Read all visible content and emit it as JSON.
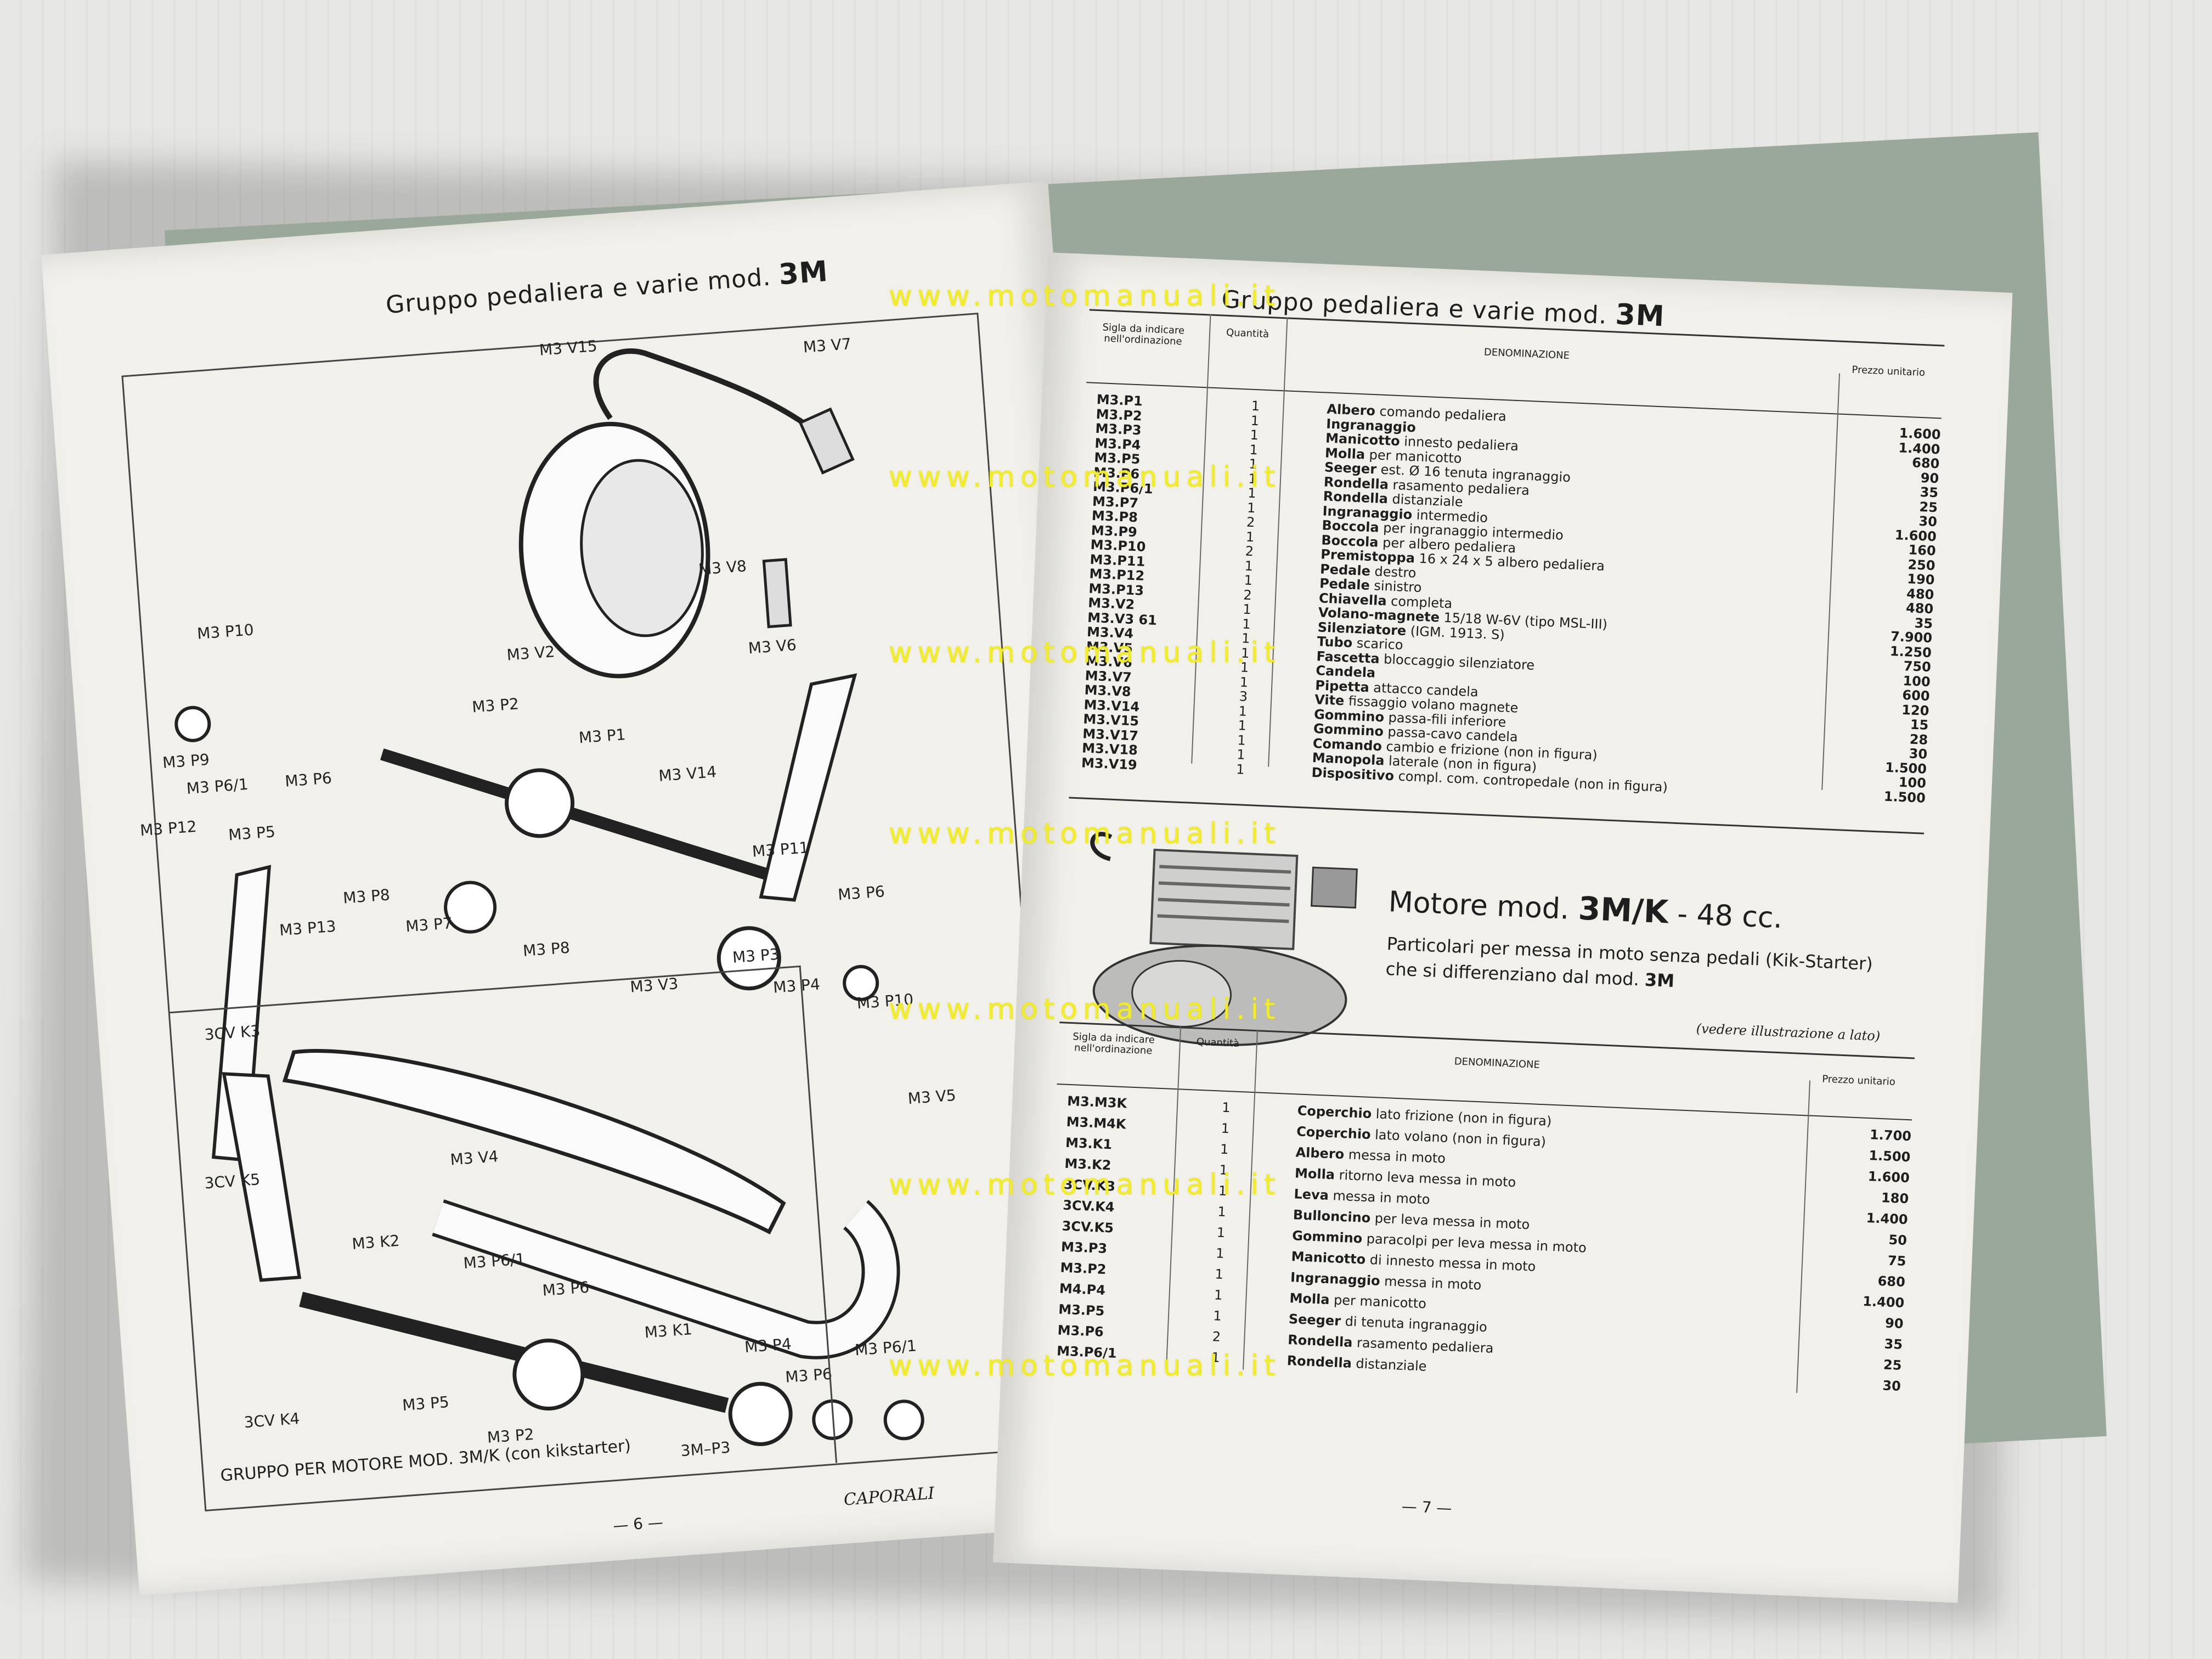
{
  "left_page": {
    "title_prefix": "Gruppo pedaliera e varie mod.",
    "title_model": "3M",
    "page_number": "— 6 —",
    "inset_caption": "GRUPPO PER MOTORE MOD. 3M/K  (con kikstarter)",
    "signature": "CAPORALI",
    "labels": {
      "v15": "M3 V15",
      "v7": "M3 V7",
      "v8": "M3 V8",
      "v2": "M3 V2",
      "v6": "M3 V6",
      "p10a": "M3 P10",
      "p9": "M3 P9",
      "p61a": "M3 P6/1",
      "p6a": "M3 P6",
      "p2a": "M3 P2",
      "p1": "M3 P1",
      "v14": "M3 V14",
      "p12": "M3 P12",
      "p5a": "M3 P5",
      "p8a": "M3 P8",
      "p7": "M3 P7",
      "p8b": "M3 P8",
      "p13": "M3 P13",
      "p11": "M3 P11",
      "p6b": "M3 P6",
      "p3a": "M3 P3",
      "p4a": "M3 P4",
      "p10b": "M3 P10",
      "v3": "M3 V3",
      "v5": "M3 V5",
      "v4": "M3 V4",
      "k3": "3CV K3",
      "k5": "3CV K5",
      "k2": "M3 K2",
      "p61b": "M3 P6/1",
      "p6c": "M3 P6",
      "k1": "M3 K1",
      "p5b": "M3 P5",
      "k4": "3CV K4",
      "p2b": "M3 P2",
      "p4b": "M3 P4",
      "p6d": "M3 P6",
      "p61c": "M3 P6/1",
      "p3b": "3M–P3"
    }
  },
  "right_page": {
    "title_prefix": "Gruppo pedaliera e varie mod.",
    "title_model": "3M",
    "page_number": "— 7 —",
    "headers": {
      "code": "Sigla da indicare nell'ordinazione",
      "qty": "Quantità",
      "name": "DENOMINAZIONE",
      "price": "Prezzo unitario"
    },
    "parts": [
      {
        "code": "M3.P1",
        "qty": "1",
        "name_bold": "Albero",
        "name_rest": "comando pedaliera",
        "price": "1.600"
      },
      {
        "code": "M3.P2",
        "qty": "1",
        "name_bold": "Ingranaggio",
        "name_rest": "",
        "price": "1.400"
      },
      {
        "code": "M3.P3",
        "qty": "1",
        "name_bold": "Manicotto",
        "name_rest": "innesto pedaliera",
        "price": "680"
      },
      {
        "code": "M3.P4",
        "qty": "1",
        "name_bold": "Molla",
        "name_rest": "per manicotto",
        "price": "90"
      },
      {
        "code": "M3.P5",
        "qty": "1",
        "name_bold": "Seeger",
        "name_rest": "est. Ø 16 tenuta ingranaggio",
        "price": "35"
      },
      {
        "code": "M3.P6",
        "qty": "1",
        "name_bold": "Rondella",
        "name_rest": "rasamento pedaliera",
        "price": "25"
      },
      {
        "code": "M3.P6/1",
        "qty": "1",
        "name_bold": "Rondella",
        "name_rest": "distanziale",
        "price": "30"
      },
      {
        "code": "M3.P7",
        "qty": "1",
        "name_bold": "Ingranaggio",
        "name_rest": "intermedio",
        "price": "1.600"
      },
      {
        "code": "M3.P8",
        "qty": "2",
        "name_bold": "Boccola",
        "name_rest": "per ingranaggio intermedio",
        "price": "160"
      },
      {
        "code": "M3.P9",
        "qty": "1",
        "name_bold": "Boccola",
        "name_rest": "per albero pedaliera",
        "price": "250"
      },
      {
        "code": "M3.P10",
        "qty": "2",
        "name_bold": "Premistoppa",
        "name_rest": "16 x 24 x 5 albero pedaliera",
        "price": "190"
      },
      {
        "code": "M3.P11",
        "qty": "1",
        "name_bold": "Pedale",
        "name_rest": "destro",
        "price": "480"
      },
      {
        "code": "M3.P12",
        "qty": "1",
        "name_bold": "Pedale",
        "name_rest": "sinistro",
        "price": "480"
      },
      {
        "code": "M3.P13",
        "qty": "2",
        "name_bold": "Chiavella",
        "name_rest": "completa",
        "price": "35"
      },
      {
        "code": "M3.V2",
        "qty": "1",
        "name_bold": "Volano-magnete",
        "name_rest": "15/18 W-6V (tipo MSL-III)",
        "price": "7.900"
      },
      {
        "code": "M3.V3 61",
        "qty": "1",
        "name_bold": "Silenziatore",
        "name_rest": "(IGM. 1913. S)",
        "price": "1.250"
      },
      {
        "code": "M3.V4",
        "qty": "1",
        "name_bold": "Tubo",
        "name_rest": "scarico",
        "price": "750"
      },
      {
        "code": "M3.V5",
        "qty": "1",
        "name_bold": "Fascetta",
        "name_rest": "bloccaggio silenziatore",
        "price": "100"
      },
      {
        "code": "M3.V6",
        "qty": "1",
        "name_bold": "Candela",
        "name_rest": "",
        "price": "600"
      },
      {
        "code": "M3.V7",
        "qty": "1",
        "name_bold": "Pipetta",
        "name_rest": "attacco candela",
        "price": "120"
      },
      {
        "code": "M3.V8",
        "qty": "3",
        "name_bold": "Vite",
        "name_rest": "fissaggio volano magnete",
        "price": "15"
      },
      {
        "code": "M3.V14",
        "qty": "1",
        "name_bold": "Gommino",
        "name_rest": "passa-fili inferiore",
        "price": "28"
      },
      {
        "code": "M3.V15",
        "qty": "1",
        "name_bold": "Gommino",
        "name_rest": "passa-cavo candela",
        "price": "30"
      },
      {
        "code": "M3.V17",
        "qty": "1",
        "name_bold": "Comando",
        "name_rest": "cambio e frizione (non in figura)",
        "price": "1.500"
      },
      {
        "code": "M3.V18",
        "qty": "1",
        "name_bold": "Manopola",
        "name_rest": "laterale (non in figura)",
        "price": "100"
      },
      {
        "code": "M3.V19",
        "qty": "1",
        "name_bold": "Dispositivo",
        "name_rest": "compl. com. contropedale (non in figura)",
        "price": "1.500"
      }
    ],
    "motor": {
      "title_prefix": "Motore mod.",
      "title_model": "3M/K",
      "title_suffix": "- 48 cc.",
      "subtitle_line1": "Particolari per messa in moto senza pedali (Kik-Starter)",
      "subtitle_line2_prefix": "che si differenziano dal mod.",
      "subtitle_line2_model": "3M",
      "note": "(vedere illustrazione a lato)"
    },
    "kparts": [
      {
        "code": "M3.M3K",
        "qty": "1",
        "name_bold": "Coperchio",
        "name_rest": "lato frizione (non in figura)",
        "price": "1.700"
      },
      {
        "code": "M3.M4K",
        "qty": "1",
        "name_bold": "Coperchio",
        "name_rest": "lato volano (non in figura)",
        "price": "1.500"
      },
      {
        "code": "M3.K1",
        "qty": "1",
        "name_bold": "Albero",
        "name_rest": "messa in moto",
        "price": "1.600"
      },
      {
        "code": "M3.K2",
        "qty": "1",
        "name_bold": "Molla",
        "name_rest": "ritorno leva messa in moto",
        "price": "180"
      },
      {
        "code": "3CV.K3",
        "qty": "1",
        "name_bold": "Leva",
        "name_rest": "messa in moto",
        "price": "1.400"
      },
      {
        "code": "3CV.K4",
        "qty": "1",
        "name_bold": "Bulloncino",
        "name_rest": "per leva messa in moto",
        "price": "50"
      },
      {
        "code": "3CV.K5",
        "qty": "1",
        "name_bold": "Gommino",
        "name_rest": "paracolpi per leva messa in moto",
        "price": "75"
      },
      {
        "code": "M3.P3",
        "qty": "1",
        "name_bold": "Manicotto",
        "name_rest": "di innesto messa in moto",
        "price": "680"
      },
      {
        "code": "M3.P2",
        "qty": "1",
        "name_bold": "Ingranaggio",
        "name_rest": "messa in moto",
        "price": "1.400"
      },
      {
        "code": "M4.P4",
        "qty": "1",
        "name_bold": "Molla",
        "name_rest": "per manicotto",
        "price": "90"
      },
      {
        "code": "M3.P5",
        "qty": "1",
        "name_bold": "Seeger",
        "name_rest": "di tenuta ingranaggio",
        "price": "35"
      },
      {
        "code": "M3.P6",
        "qty": "2",
        "name_bold": "Rondella",
        "name_rest": "rasamento pedaliera",
        "price": "25"
      },
      {
        "code": "M3.P6/1",
        "qty": "1",
        "name_bold": "Rondella",
        "name_rest": "distanziale",
        "price": "30"
      }
    ]
  },
  "watermark": "www.motomanuali.it",
  "colors": {
    "paper": "#f1f0ea",
    "ink": "#1e1e1e",
    "watermark": "#f2ec2a",
    "cover": "#9aa89c"
  }
}
